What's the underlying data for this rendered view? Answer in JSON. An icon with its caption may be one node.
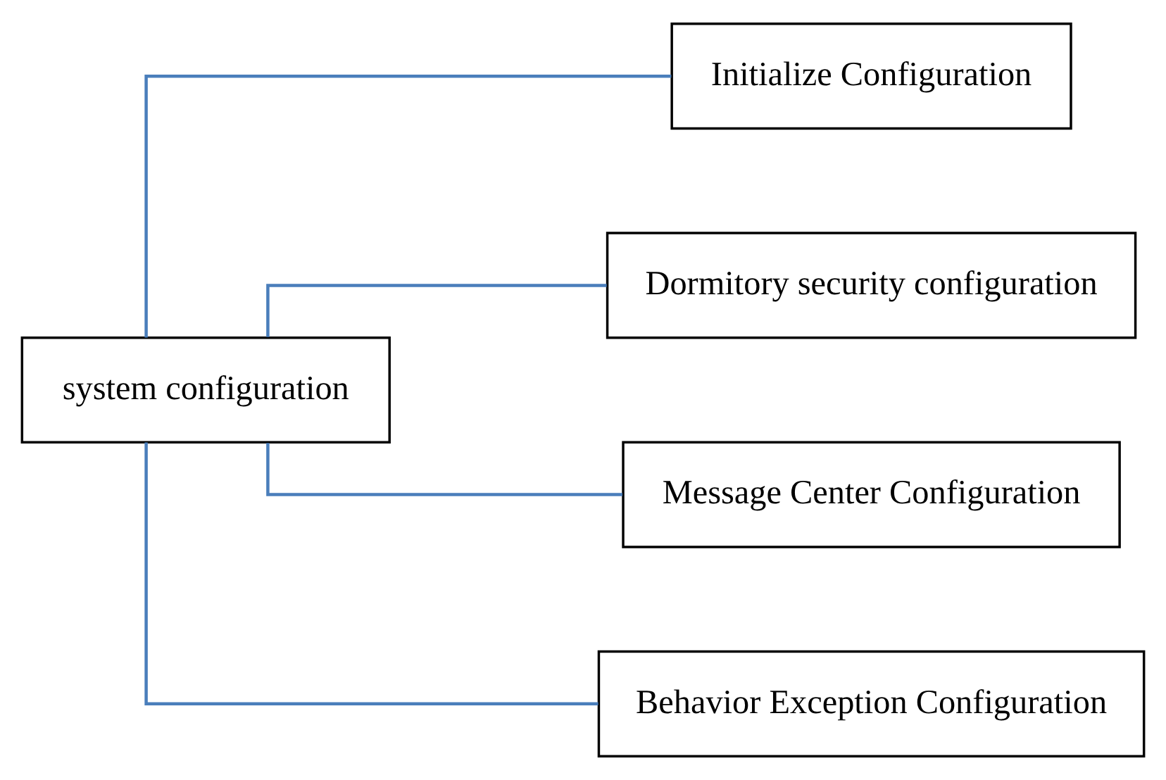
{
  "diagram": {
    "nodes": [
      {
        "text": [
          "system configuration"
        ]
      },
      {
        "text": [
          "Initialize Configuration"
        ]
      },
      {
        "text": [
          "Dormitory security configuration"
        ]
      },
      {
        "text": [
          "Message Center Configuration"
        ]
      },
      {
        "text": [
          "Behavior Exception Configuration"
        ]
      }
    ],
    "edges": [
      {
        "from": 0,
        "to": 1,
        "arrow": "none"
      },
      {
        "from": 0,
        "to": 2,
        "arrow": "none"
      },
      {
        "from": 0,
        "to": 3,
        "arrow": "none"
      },
      {
        "from": 0,
        "to": 4,
        "arrow": "none"
      }
    ]
  }
}
